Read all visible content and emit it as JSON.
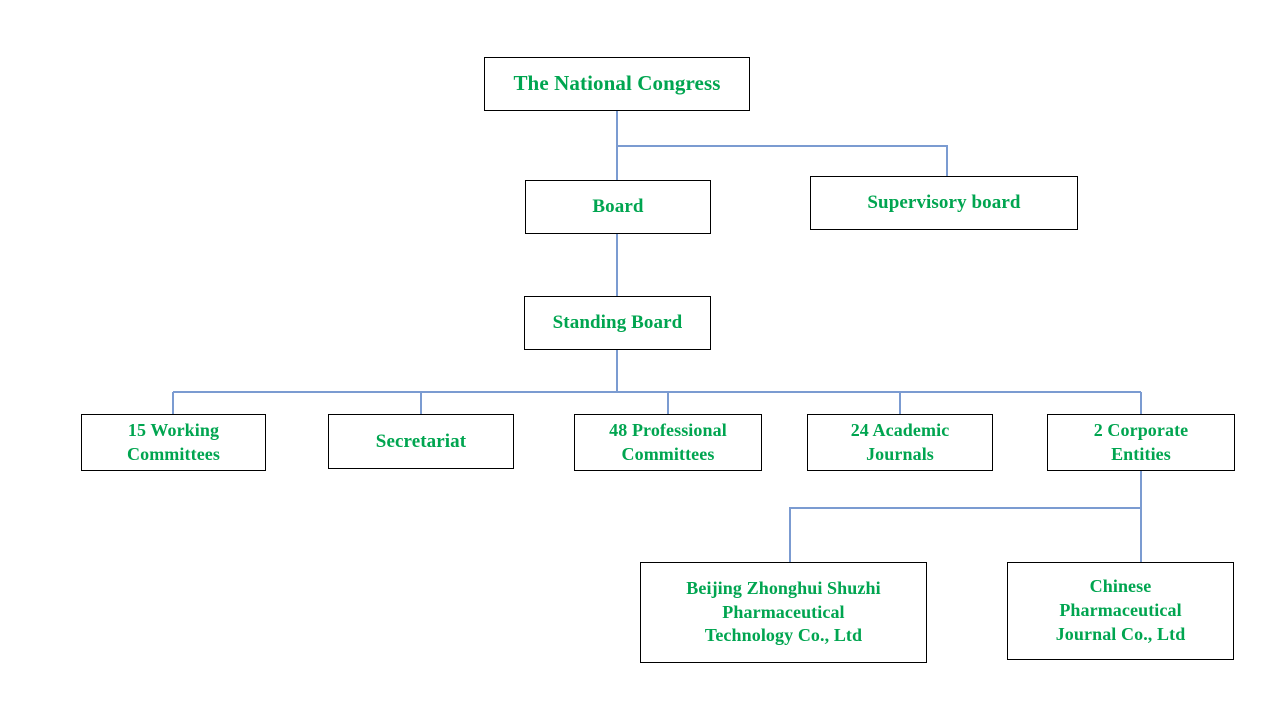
{
  "diagram": {
    "type": "organization-chart",
    "orientation": "top-down",
    "colors": {
      "node_border": "#000000",
      "node_fill": "#ffffff",
      "node_text": "#00a550",
      "connector": "#7b9bd1",
      "background": "#ffffff"
    }
  },
  "nodes": {
    "national_congress": {
      "label": "The National Congress",
      "level": 1
    },
    "board": {
      "label": "Board",
      "level": 2
    },
    "supervisory_board": {
      "label": "Supervisory board",
      "level": 2
    },
    "standing_board": {
      "label": "Standing Board",
      "level": 3
    },
    "working_committees": {
      "label": "15 Working\nCommittees",
      "level": 4
    },
    "secretariat": {
      "label": "Secretariat",
      "level": 4
    },
    "professional_committees": {
      "label": "48 Professional\nCommittees",
      "level": 4
    },
    "academic_journals": {
      "label": "24 Academic\nJournals",
      "level": 4
    },
    "corporate_entities": {
      "label": "2 Corporate\nEntities",
      "level": 4
    },
    "beijing_zhonghui": {
      "label": "Beijing Zhonghui Shuzhi\nPharmaceutical\nTechnology Co., Ltd",
      "level": 5
    },
    "chinese_pharma_journal": {
      "label": "Chinese\nPharmaceutical\nJournal Co., Ltd",
      "level": 5
    }
  },
  "edges": [
    {
      "from": "national_congress",
      "to": "board"
    },
    {
      "from": "national_congress",
      "to": "supervisory_board"
    },
    {
      "from": "board",
      "to": "standing_board"
    },
    {
      "from": "standing_board",
      "to": "working_committees"
    },
    {
      "from": "standing_board",
      "to": "secretariat"
    },
    {
      "from": "standing_board",
      "to": "professional_committees"
    },
    {
      "from": "standing_board",
      "to": "academic_journals"
    },
    {
      "from": "standing_board",
      "to": "corporate_entities"
    },
    {
      "from": "corporate_entities",
      "to": "beijing_zhonghui"
    },
    {
      "from": "corporate_entities",
      "to": "chinese_pharma_journal"
    }
  ]
}
